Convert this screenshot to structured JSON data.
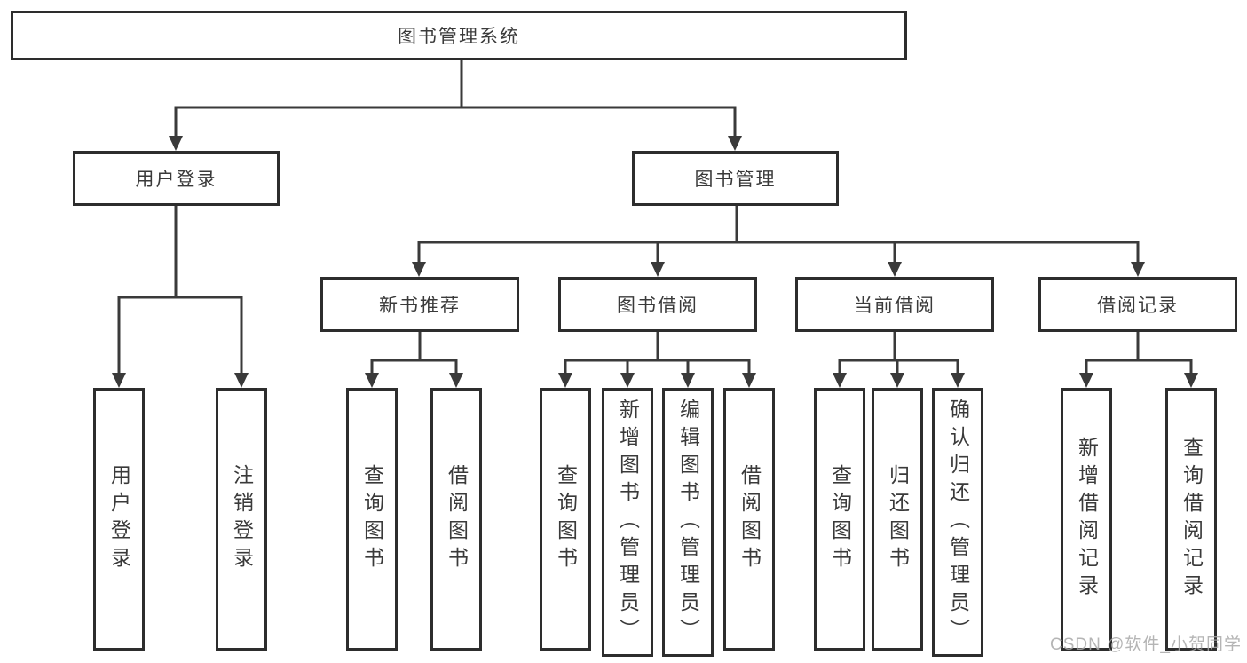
{
  "page": {
    "background_color": "#ffffff",
    "line_color": "#3a3a3a",
    "border_color": "#2d2d2d"
  },
  "chart_data": {
    "type": "table",
    "title": "图书管理系统",
    "note": "functional-structure tree diagram"
  },
  "tree": {
    "root": {
      "label": "图书管理系统"
    },
    "branches": [
      {
        "label": "用户登录",
        "children": [
          {
            "label": "用户登录"
          },
          {
            "label": "注销登录"
          }
        ]
      },
      {
        "label": "图书管理",
        "children": [
          {
            "label": "新书推荐",
            "children": [
              {
                "label": "查询图书"
              },
              {
                "label": "借阅图书"
              }
            ]
          },
          {
            "label": "图书借阅",
            "children": [
              {
                "label": "查询图书"
              },
              {
                "label": "新增图书（管理员）"
              },
              {
                "label": "编辑图书（管理员）"
              },
              {
                "label": "借阅图书"
              }
            ]
          },
          {
            "label": "当前借阅",
            "children": [
              {
                "label": "查询图书"
              },
              {
                "label": "归还图书"
              },
              {
                "label": "确认归还（管理员）"
              }
            ]
          },
          {
            "label": "借阅记录",
            "children": [
              {
                "label": "新增借阅记录"
              },
              {
                "label": "查询借阅记录"
              }
            ]
          }
        ]
      }
    ]
  },
  "watermark": {
    "text": "CSDN @软件_小贺同学"
  }
}
